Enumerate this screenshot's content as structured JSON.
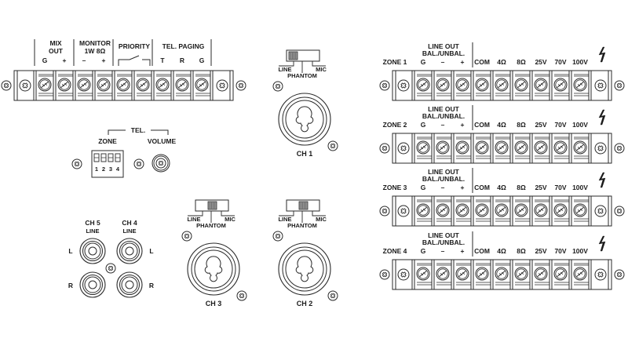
{
  "colors": {
    "line": "#2a2a2a",
    "text": "#1a1a1a",
    "background": "#ffffff",
    "switch_knob": "#9a9a9a"
  },
  "top_terminal": {
    "groups": [
      {
        "title_lines": [
          "MIX",
          "OUT"
        ],
        "pins": [
          "G",
          "+"
        ]
      },
      {
        "title_lines": [
          "MONITOR",
          "1W 8Ω"
        ],
        "pins": [
          "–",
          "+"
        ]
      },
      {
        "title_lines": [
          "PRIORITY"
        ],
        "pins": [
          "relay-contact-symbol",
          ""
        ]
      },
      {
        "title_lines": [
          "TEL. PAGING"
        ],
        "pins": [
          "T",
          "R",
          "G"
        ]
      }
    ],
    "terminal_count": 9
  },
  "tel": {
    "group_label": "TEL.",
    "zone_label": "ZONE",
    "volume_label": "VOLUME",
    "dip_numbers": [
      "1",
      "2",
      "3",
      "4"
    ]
  },
  "xlr_jacks": [
    {
      "id": "ch1",
      "label": "CH 1",
      "switch_left": "LINE",
      "switch_mid": "PHANTOM",
      "switch_right": "MIC",
      "switch_position": "left"
    },
    {
      "id": "ch3",
      "label": "CH 3",
      "switch_left": "LINE",
      "switch_mid": "PHANTOM",
      "switch_right": "MIC",
      "switch_position": "center"
    },
    {
      "id": "ch2",
      "label": "CH 2",
      "switch_left": "LINE",
      "switch_mid": "PHANTOM",
      "switch_right": "MIC",
      "switch_position": "center"
    }
  ],
  "rca": {
    "channels": [
      {
        "title": "CH 5",
        "subtitle": "LINE"
      },
      {
        "title": "CH 4",
        "subtitle": "LINE"
      }
    ],
    "left_label": "L",
    "right_label": "R"
  },
  "zones": [
    {
      "name": "ZONE 1"
    },
    {
      "name": "ZONE 2"
    },
    {
      "name": "ZONE 3"
    },
    {
      "name": "ZONE 4"
    }
  ],
  "zone_labels": {
    "line_out_title": "LINE OUT",
    "line_out_sub": "BAL./UNBAL.",
    "line_out_pins": [
      "G",
      "–",
      "+"
    ],
    "speaker_pins": [
      "COM",
      "4Ω",
      "8Ω",
      "25V",
      "70V",
      "100V"
    ],
    "hazard_icon": "high-voltage-icon"
  }
}
